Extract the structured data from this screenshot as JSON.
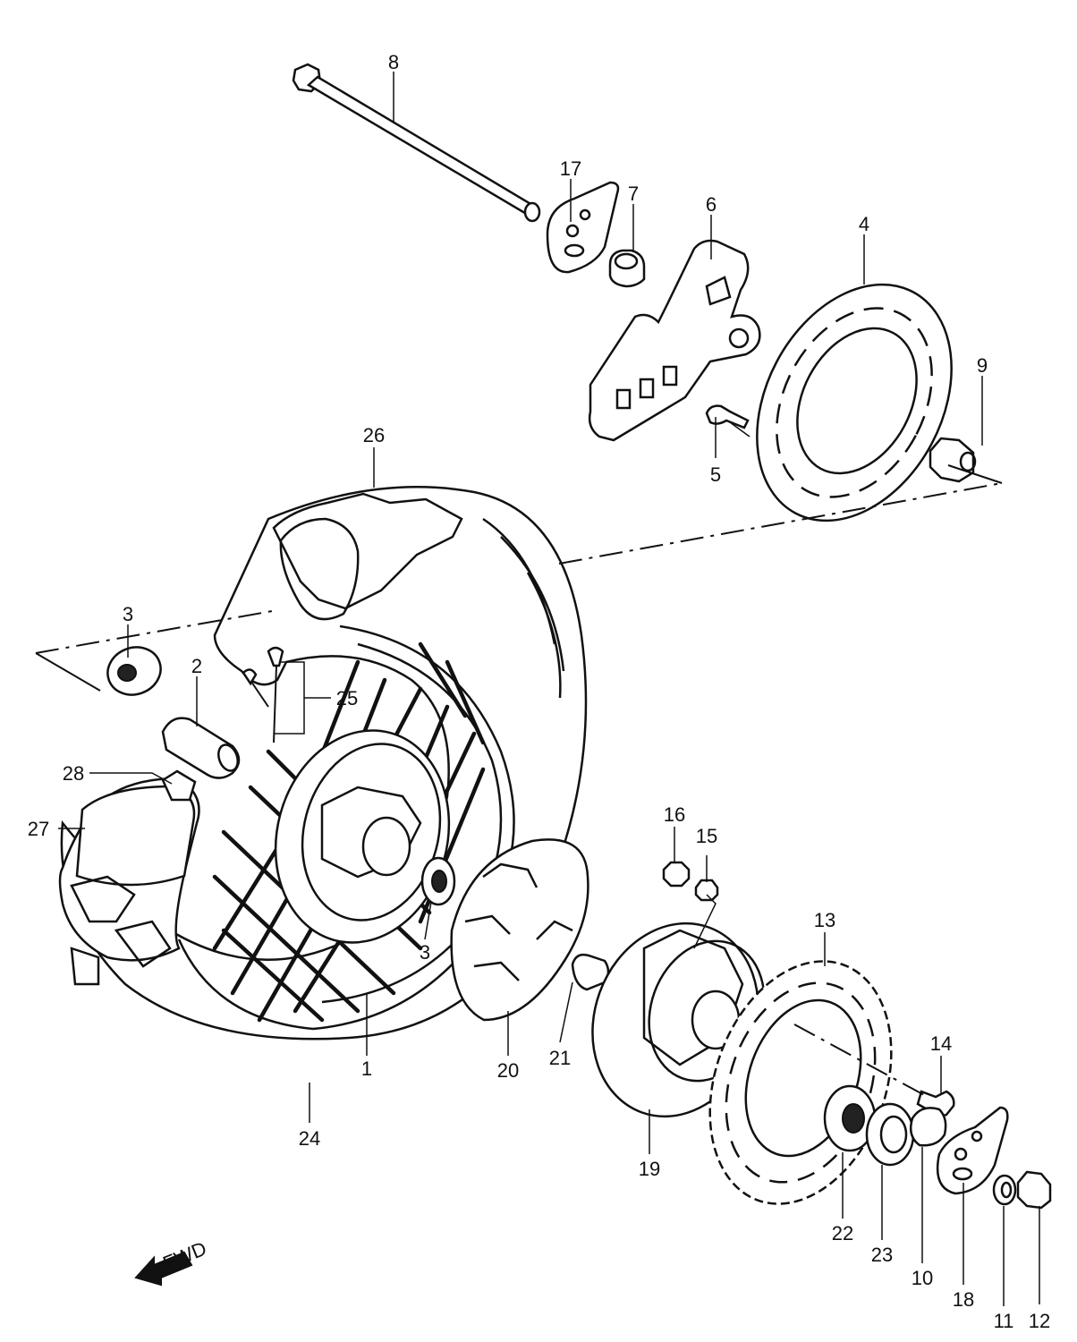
{
  "diagram": {
    "callouts": [
      {
        "id": "p1",
        "text": "1"
      },
      {
        "id": "p2",
        "text": "2"
      },
      {
        "id": "p3a",
        "text": "3"
      },
      {
        "id": "p3b",
        "text": "3"
      },
      {
        "id": "p4",
        "text": "4"
      },
      {
        "id": "p5",
        "text": "5"
      },
      {
        "id": "p6",
        "text": "6"
      },
      {
        "id": "p7",
        "text": "7"
      },
      {
        "id": "p8",
        "text": "8"
      },
      {
        "id": "p9",
        "text": "9"
      },
      {
        "id": "p10",
        "text": "10"
      },
      {
        "id": "p11",
        "text": "11"
      },
      {
        "id": "p12",
        "text": "12"
      },
      {
        "id": "p13",
        "text": "13"
      },
      {
        "id": "p14",
        "text": "14"
      },
      {
        "id": "p15",
        "text": "15"
      },
      {
        "id": "p16",
        "text": "16"
      },
      {
        "id": "p17",
        "text": "17"
      },
      {
        "id": "p18",
        "text": "18"
      },
      {
        "id": "p19",
        "text": "19"
      },
      {
        "id": "p20",
        "text": "20"
      },
      {
        "id": "p21",
        "text": "21"
      },
      {
        "id": "p22",
        "text": "22"
      },
      {
        "id": "p23",
        "text": "23"
      },
      {
        "id": "p24",
        "text": "24"
      },
      {
        "id": "p25",
        "text": "25"
      },
      {
        "id": "p26",
        "text": "26"
      },
      {
        "id": "p27",
        "text": "27"
      },
      {
        "id": "p28",
        "text": "28"
      }
    ],
    "direction_marker": {
      "text": "FWD",
      "icon": "forward-arrow-icon"
    }
  }
}
